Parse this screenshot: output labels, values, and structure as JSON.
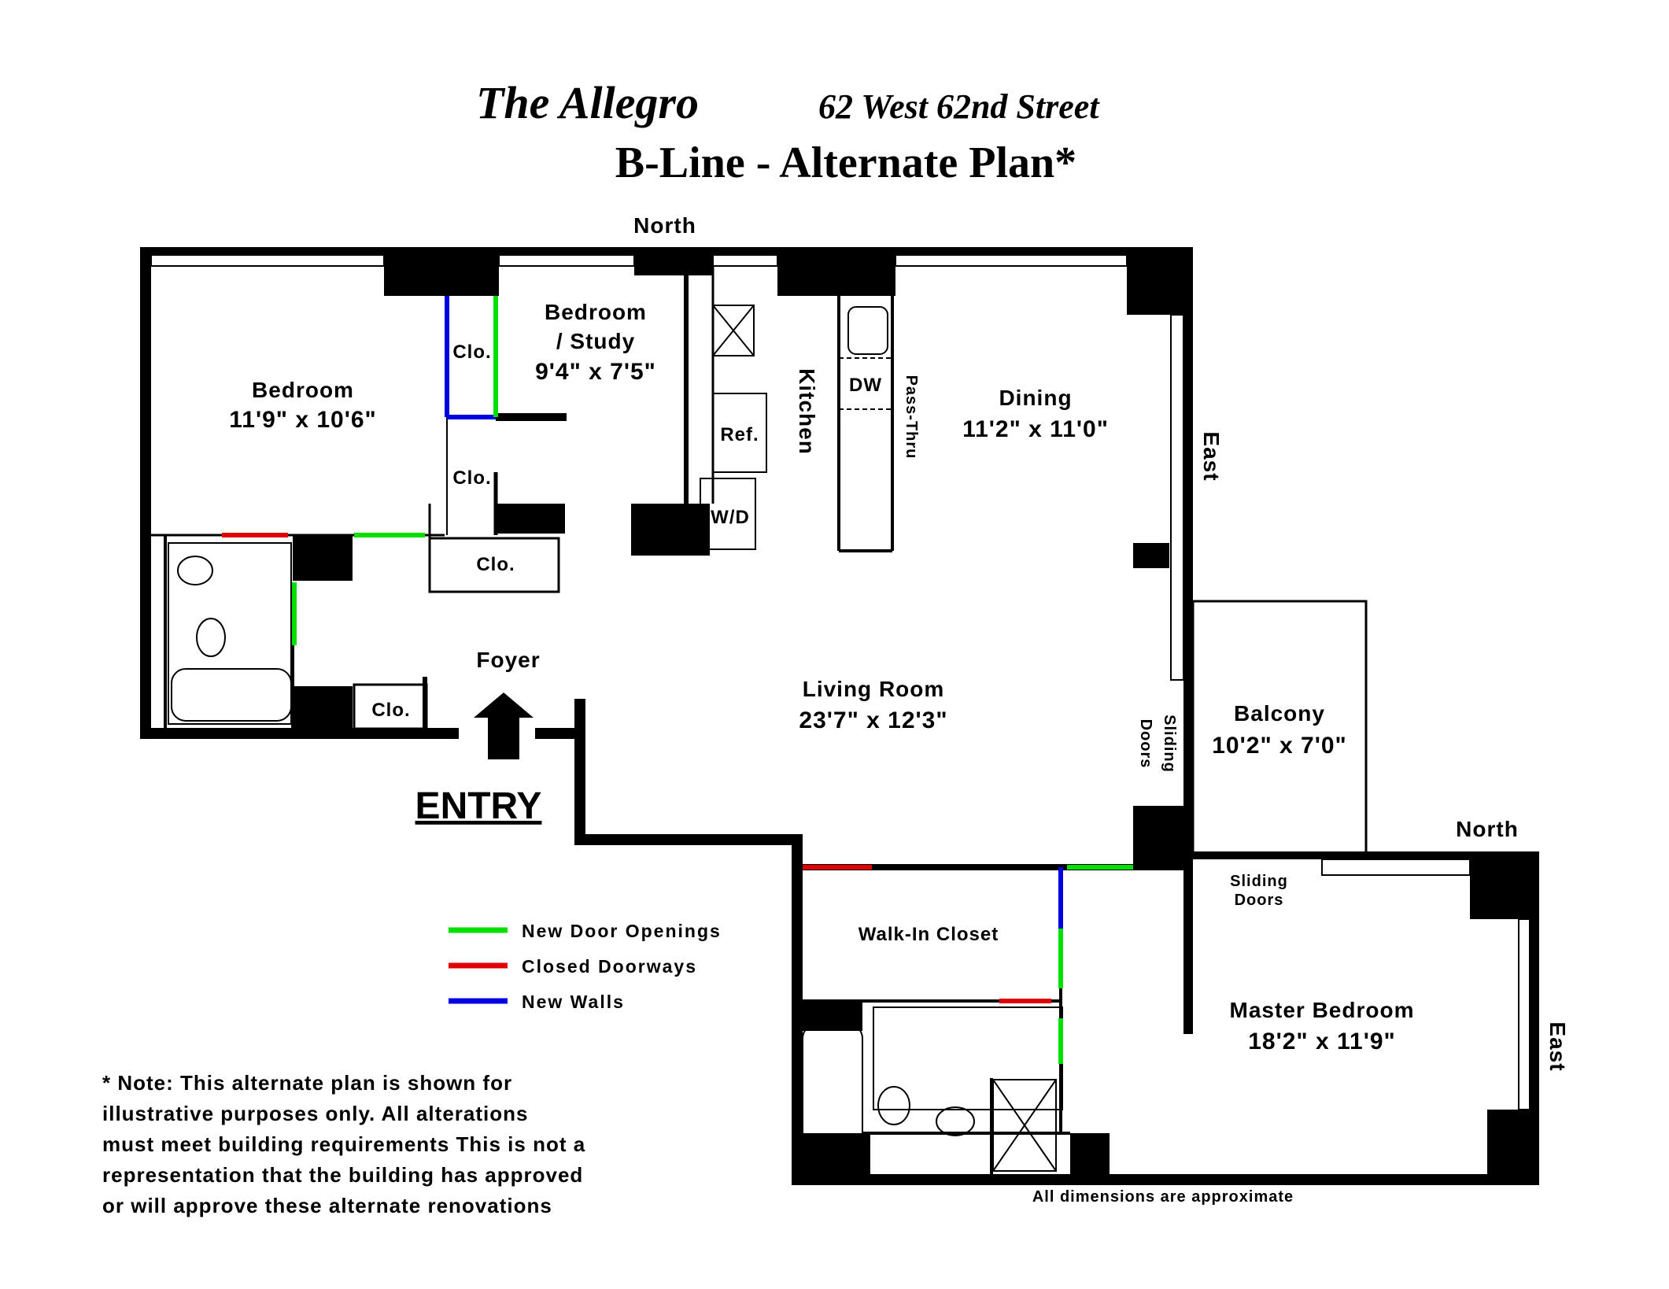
{
  "title": {
    "line1_name": "The Allegro",
    "line1_address": "62 West 62nd Street",
    "line2": "B-Line - Alternate Plan*"
  },
  "compass": {
    "north_top": "North",
    "east_right": "East",
    "north_lower": "North",
    "east_lower": "East"
  },
  "rooms": {
    "bedroom": {
      "name": "Bedroom",
      "size": "11'9\" x 10'6\""
    },
    "bedroom_study": {
      "name_line1": "Bedroom",
      "name_line2": "/ Study",
      "size": "9'4\" x 7'5\""
    },
    "kitchen": {
      "name": "Kitchen"
    },
    "dining": {
      "name": "Dining",
      "size": "11'2\" x 11'0\""
    },
    "living_room": {
      "name": "Living Room",
      "size": "23'7\" x 12'3\""
    },
    "foyer": {
      "name": "Foyer"
    },
    "balcony": {
      "name": "Balcony",
      "size": "10'2\" x 7'0\""
    },
    "walk_in_closet": {
      "name": "Walk-In Closet"
    },
    "master_bedroom": {
      "name": "Master Bedroom",
      "size": "18'2\" x 11'9\""
    }
  },
  "fixtures": {
    "closet_1": "Clo.",
    "closet_2": "Clo.",
    "closet_3": "Clo.",
    "closet_4": "Clo.",
    "refrigerator": "Ref.",
    "washer_dryer": "W/D",
    "dishwasher": "DW",
    "pass_thru": "Pass-Thru",
    "sliding_doors_living_1": "Sliding",
    "sliding_doors_living_2": "Doors",
    "sliding_doors_master_1": "Sliding",
    "sliding_doors_master_2": "Doors"
  },
  "entry": "ENTRY",
  "legend": {
    "items": [
      {
        "label": "New Door Openings",
        "color": "#00e000"
      },
      {
        "label": "Closed Doorways",
        "color": "#e00000"
      },
      {
        "label": "New Walls",
        "color": "#0000e0"
      }
    ]
  },
  "note": {
    "lines": [
      "* Note:  This alternate plan is shown for",
      "illustrative purposes only.  All alterations",
      "must meet building requirements  This is not a",
      "representation that the building has approved",
      "or  will approve these alternate renovations"
    ]
  },
  "footer": "All dimensions are approximate"
}
